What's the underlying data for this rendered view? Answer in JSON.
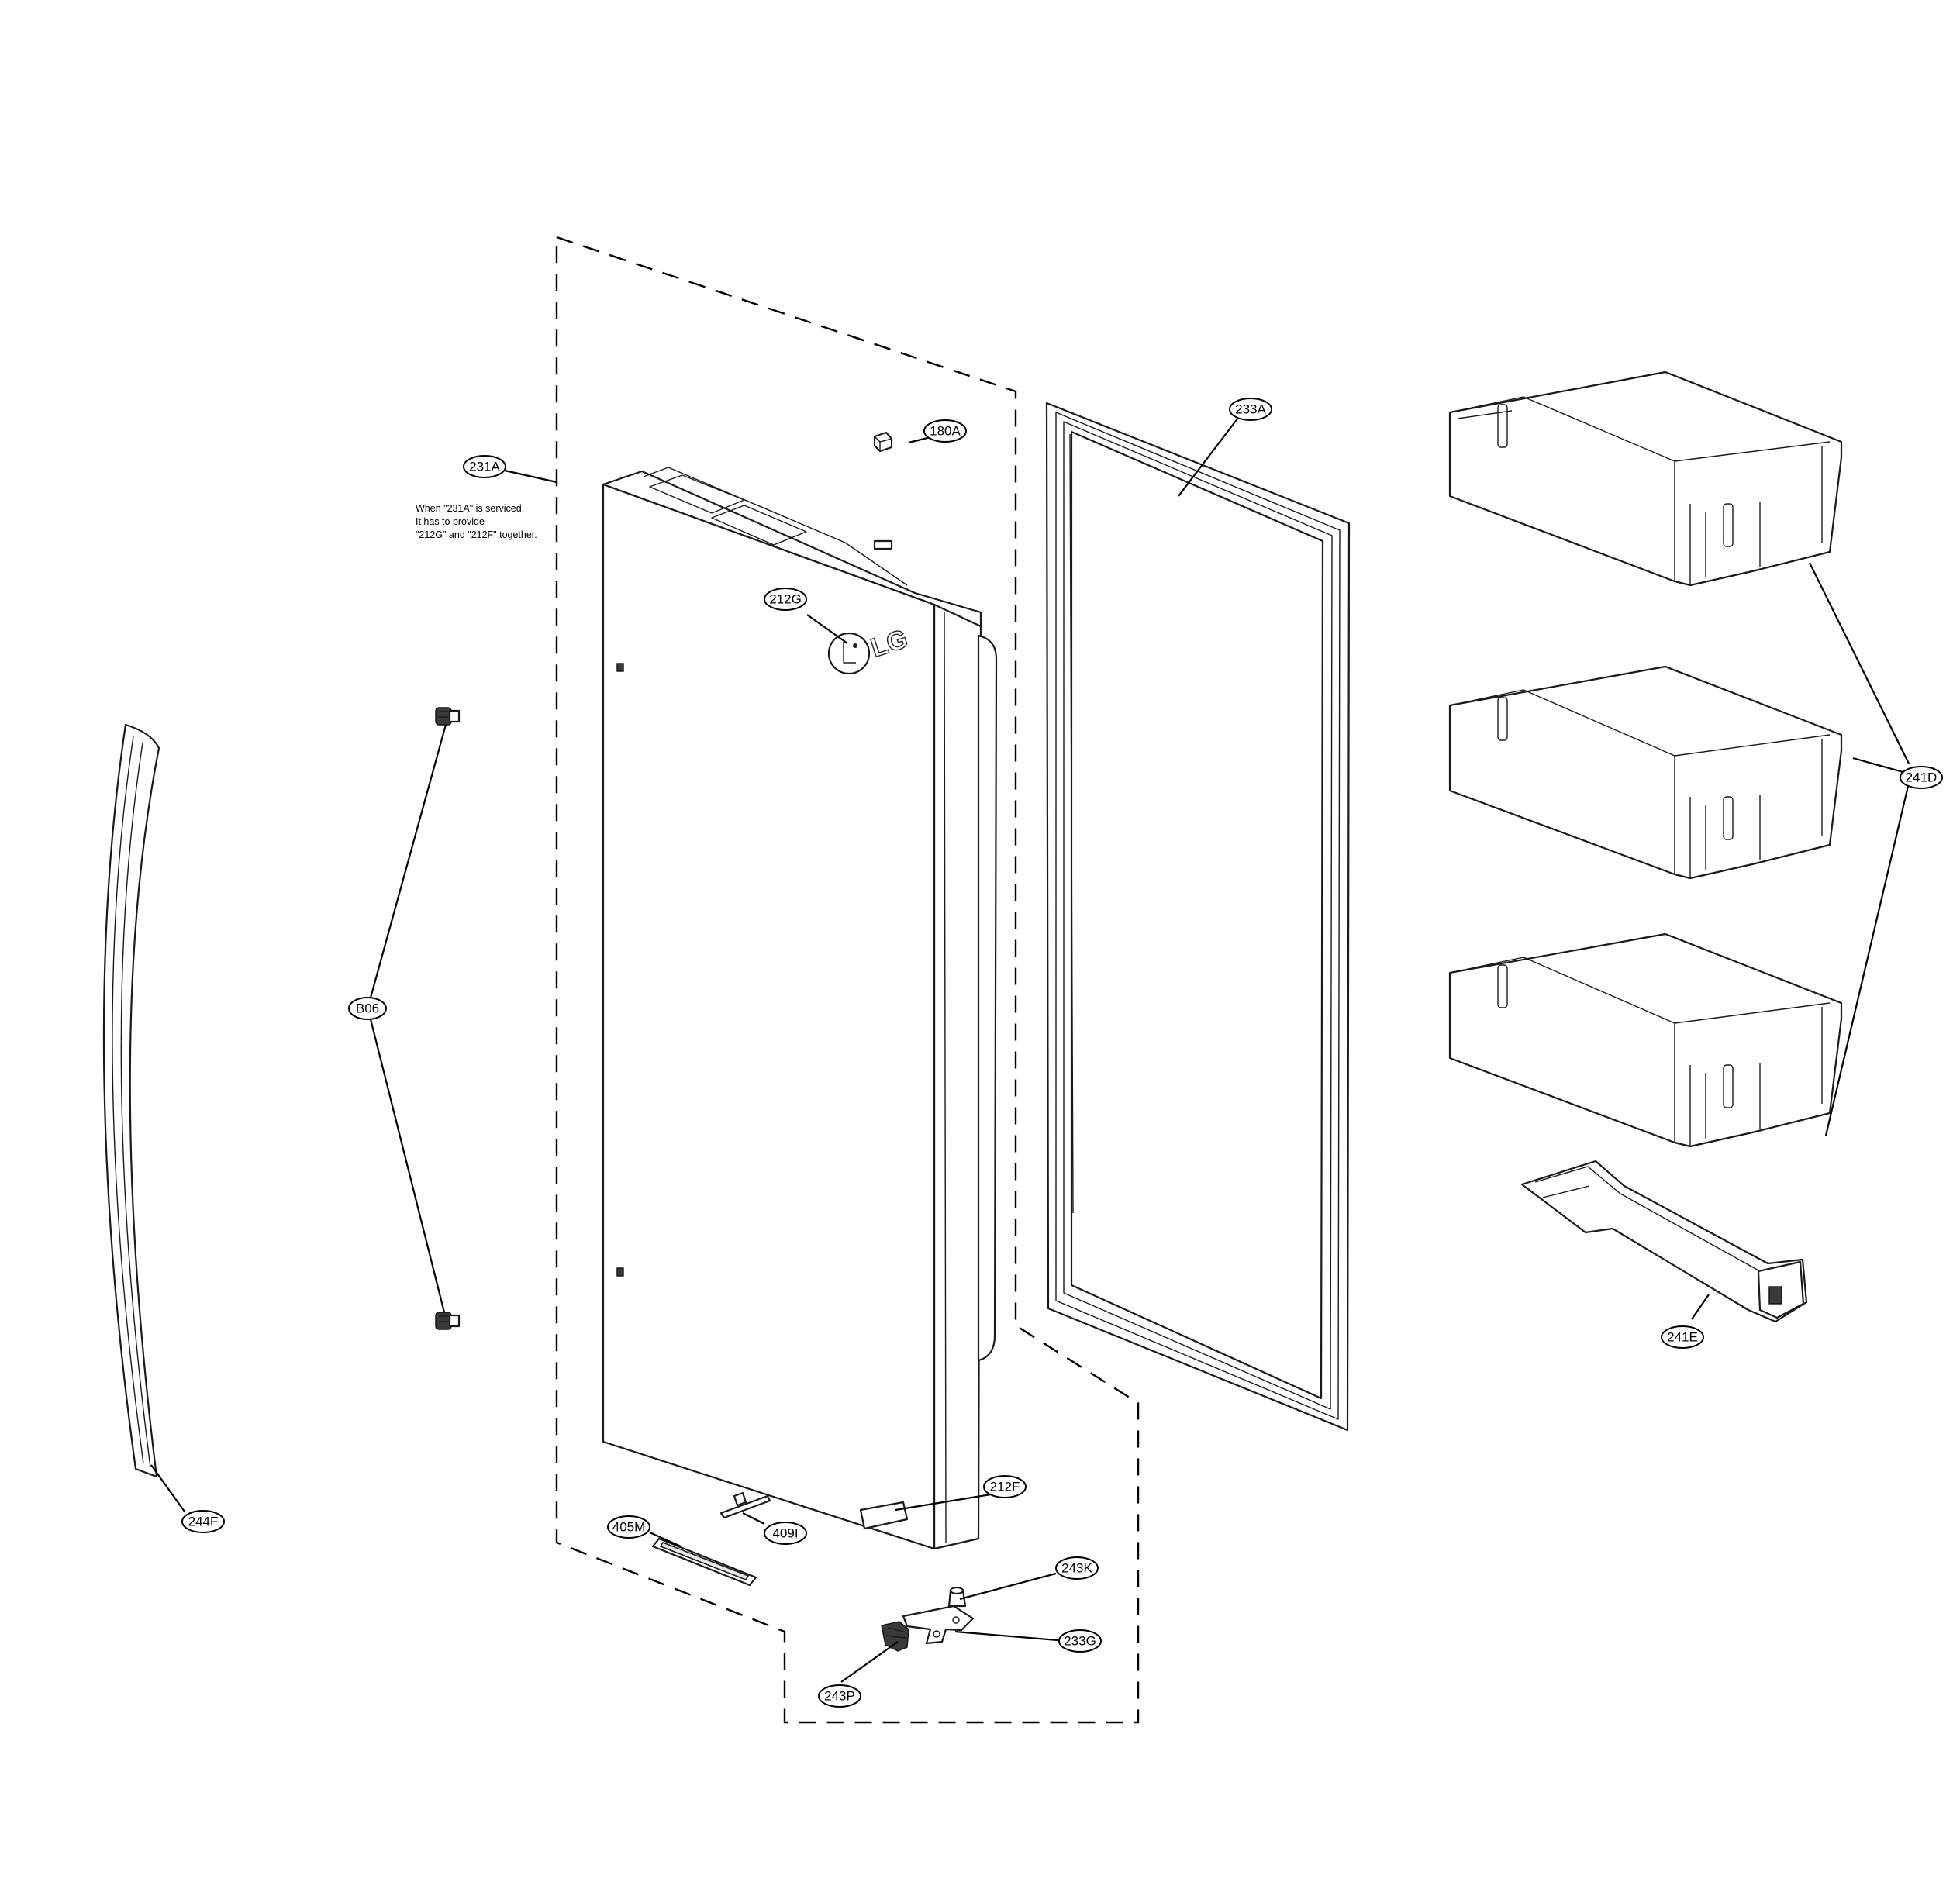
{
  "callouts": {
    "c180A": "180A",
    "c233A": "233A",
    "c231A": "231A",
    "c212G": "212G",
    "c241D": "241D",
    "cB06": "B06",
    "c241E": "241E",
    "c212F": "212F",
    "c244F": "244F",
    "c405M": "405M",
    "c409I": "409I",
    "c243K": "243K",
    "c233G": "233G",
    "c243P": "243P"
  },
  "note": {
    "line1": "When \"231A\" is serviced,",
    "line2": "It has to provide",
    "line3": "\"212G\" and \"212F\" together."
  },
  "logo": {
    "brand": "LG"
  }
}
